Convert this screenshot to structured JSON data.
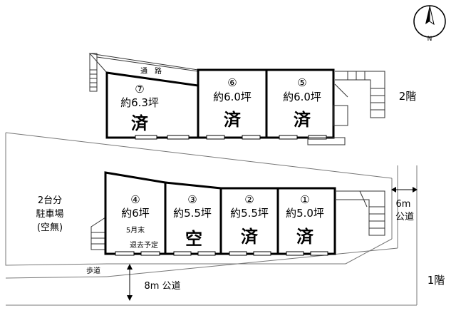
{
  "compass": {
    "label": "N"
  },
  "floor2": {
    "label": "2階",
    "corridor_label": "通　路",
    "units": [
      {
        "number": "⑦",
        "area": "約6.3坪",
        "status": "済"
      },
      {
        "number": "⑥",
        "area": "約6.0坪",
        "status": "済"
      },
      {
        "number": "⑤",
        "area": "約6.0坪",
        "status": "済"
      }
    ]
  },
  "floor1": {
    "label": "1階",
    "units": [
      {
        "number": "④",
        "area": "約6坪",
        "note_line1": "5月末",
        "note_line2": "退去予定",
        "status": ""
      },
      {
        "number": "③",
        "area": "約5.5坪",
        "status": "空"
      },
      {
        "number": "②",
        "area": "約5.5坪",
        "status": "済"
      },
      {
        "number": "①",
        "area": "約5.0坪",
        "status": "済"
      }
    ]
  },
  "parking": {
    "line1": "2台分",
    "line2": "駐車場",
    "line3": "(空無)"
  },
  "roads": {
    "sidewalk": "歩道",
    "main_road": "8m 公道",
    "side_road_width": "6m",
    "side_road_label": "公道"
  }
}
